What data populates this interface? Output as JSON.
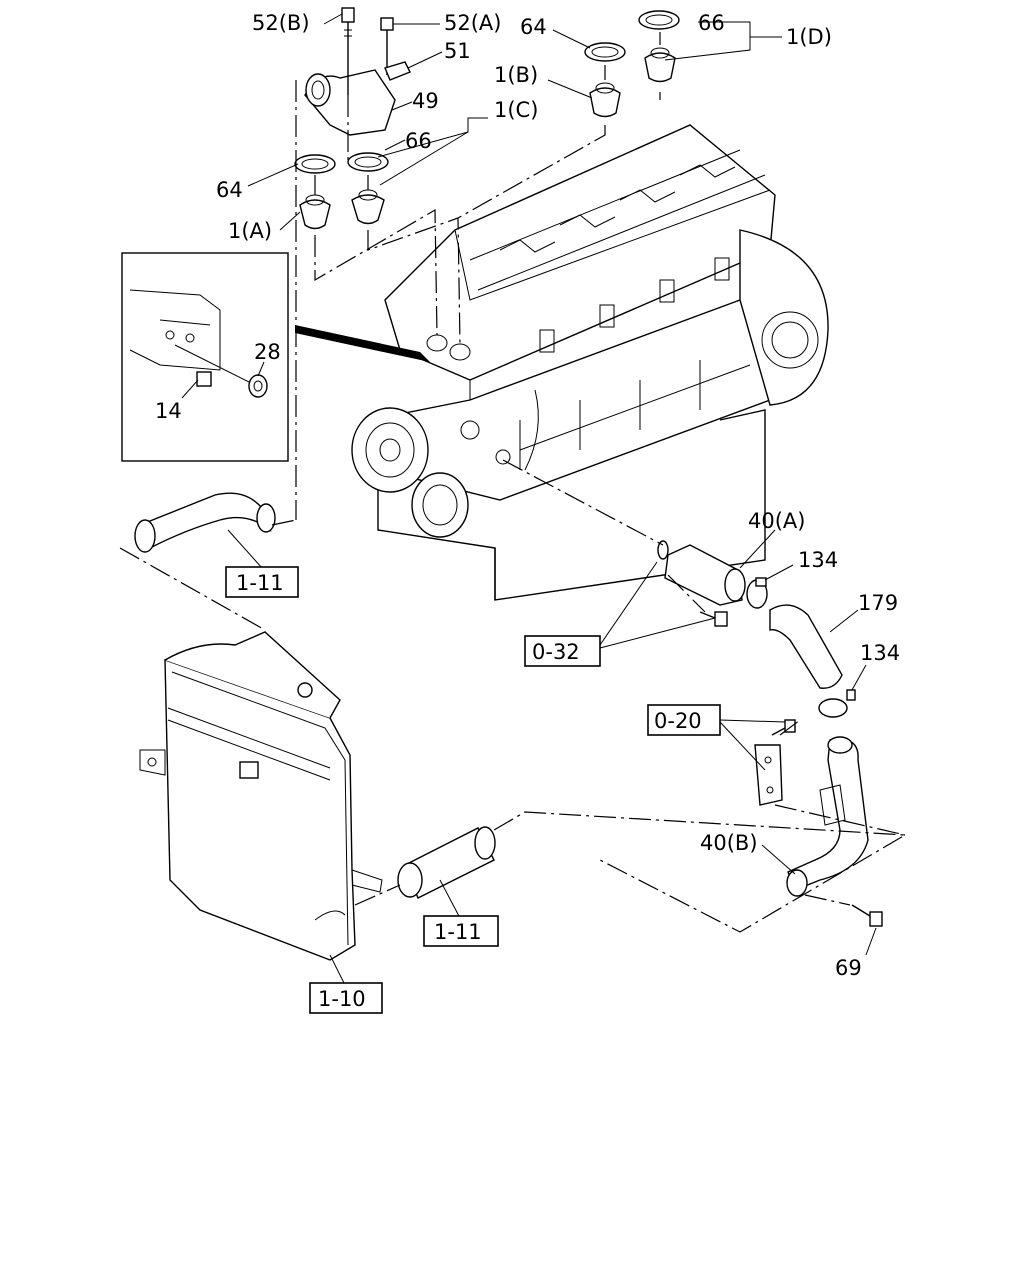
{
  "labels": {
    "l_52b": "52(B)",
    "l_52a": "52(A)",
    "l_51": "51",
    "l_49": "49",
    "l_64a": "64",
    "l_66a": "66",
    "l_1d": "1(D)",
    "l_1b": "1(B)",
    "l_1c": "1(C)",
    "l_66b": "66",
    "l_64b": "64",
    "l_1a": "1(A)",
    "l_28": "28",
    "l_14": "14",
    "l_40a": "40(A)",
    "l_134a": "134",
    "l_179": "179",
    "l_134b": "134",
    "l_40b": "40(B)",
    "l_69": "69"
  },
  "refs": {
    "r_111a": "1-11",
    "r_032": "0-32",
    "r_020": "0-20",
    "r_111b": "1-11",
    "r_110": "1-10"
  }
}
